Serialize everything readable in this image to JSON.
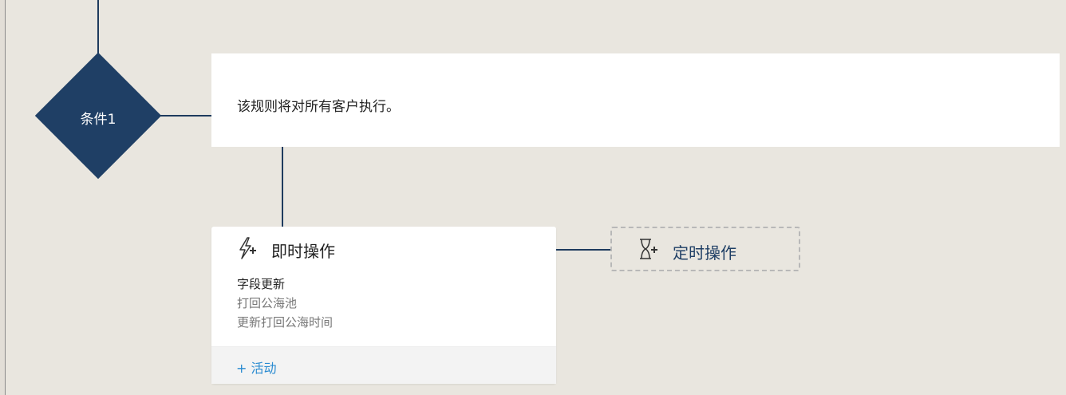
{
  "condition": {
    "label": "条件1"
  },
  "rule": {
    "description": "该规则将对所有客户执行。"
  },
  "immediate": {
    "title": "即时操作",
    "icon": "lightning-plus-icon",
    "action": {
      "title": "字段更新",
      "lines": [
        "打回公海池",
        "更新打回公海时间"
      ]
    },
    "add_activity": "+ 活动"
  },
  "scheduled": {
    "title": "定时操作",
    "icon": "hourglass-plus-icon"
  },
  "colors": {
    "accent_dark": "#1f3f65",
    "link": "#2a8bd1",
    "background": "#e9e6df"
  }
}
